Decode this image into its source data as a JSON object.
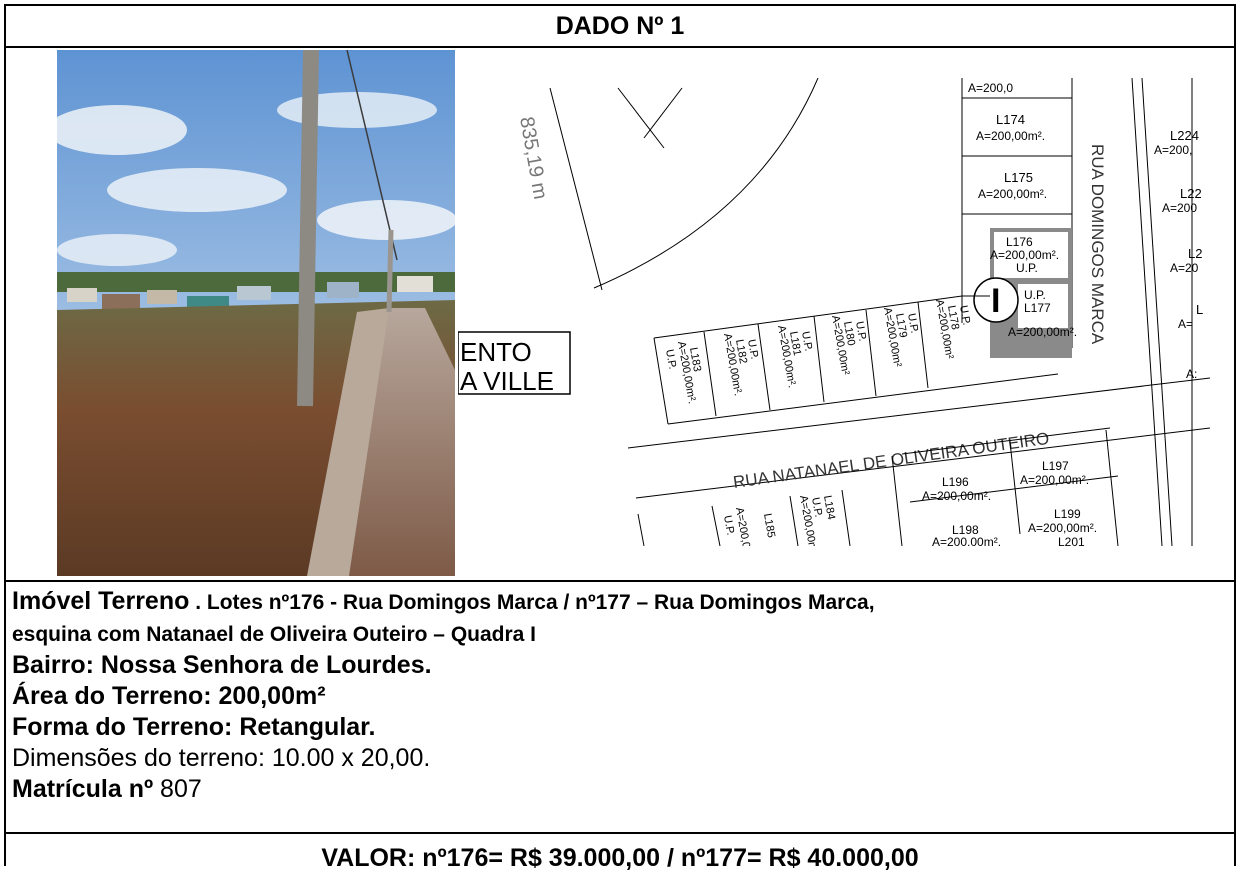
{
  "header": {
    "title": "DADO Nº 1"
  },
  "map": {
    "distance_label": "835,19 m",
    "street_domingos": "RUA DOMINGOS MARCA",
    "street_natanael": "RUA NATANAEL DE OLIVEIRA OUTEIRO",
    "subdivision_line1": "ENTO",
    "subdivision_line2": "A VILLE",
    "block_label": "I",
    "lots": {
      "l_top": "A=200,0",
      "l174": "L174",
      "l174_area": "A=200,00m².",
      "l175": "L175",
      "l175_area": "A=200,00m².",
      "l176": "L176",
      "l176_area": "A=200,00m².",
      "l176_up": "U.P.",
      "l177_up": "U.P.",
      "l177": "L177",
      "l177_area": "A=200,00m².",
      "l178": "L178",
      "l178_up": "U.P.",
      "l178_area": "A=200,00m²",
      "l179": "L179",
      "l179_up": "U.P.",
      "l179_area": "A=200,00m²",
      "l180": "L180",
      "l180_up": "U.P.",
      "l180_area": "A=200,00m²",
      "l181": "L181",
      "l181_up": "U.P.",
      "l181_area": "A=200,00m².",
      "l182": "L182",
      "l182_up": "U.P.",
      "l182_area": "A=200,00m².",
      "l183": "L183",
      "l183_up": "U.P.",
      "l183_area": "A=200,00m².",
      "l184": "L184",
      "l184_up": "U.P.",
      "l184_area": "A=200,00m²",
      "l185": "L185",
      "l185_up": "U.P.",
      "l185_area": "A=200,00r",
      "l196": "L196",
      "l196_area": "A=200,00m².",
      "l197": "L197",
      "l197_area": "A=200,00m².",
      "l198": "L198",
      "l198_area": "A=200,00m².",
      "l199": "L199",
      "l199_area": "A=200,00m².",
      "l201": "L201",
      "l224": "L224",
      "l224_area": "A=200,",
      "l22x": "L22",
      "l22x_area": "A=200",
      "l2x": "L2",
      "l2x_area": "A=20",
      "lx": "L",
      "lx_area": "A=",
      "ax": "A:"
    }
  },
  "info": {
    "line1_bold": "Imóvel Terreno",
    "line1_rest": " . Lotes nº176 - Rua  Domingos Marca / nº177 – Rua Domingos Marca,",
    "line2": "esquina com Natanael de Oliveira Outeiro – Quadra I",
    "bairro": "Bairro: Nossa Senhora de Lourdes.",
    "area": "Área do Terreno: 200,00m²",
    "forma": "Forma do Terreno: Retangular.",
    "dimensoes": "Dimensões do terreno: 10.00 x 20,00.",
    "matricula_label": "Matrícula nº",
    "matricula_value": " 807"
  },
  "footer": {
    "valor": "VALOR: nº176= R$ 39.000,00 / nº177= R$ 40.000,00"
  }
}
